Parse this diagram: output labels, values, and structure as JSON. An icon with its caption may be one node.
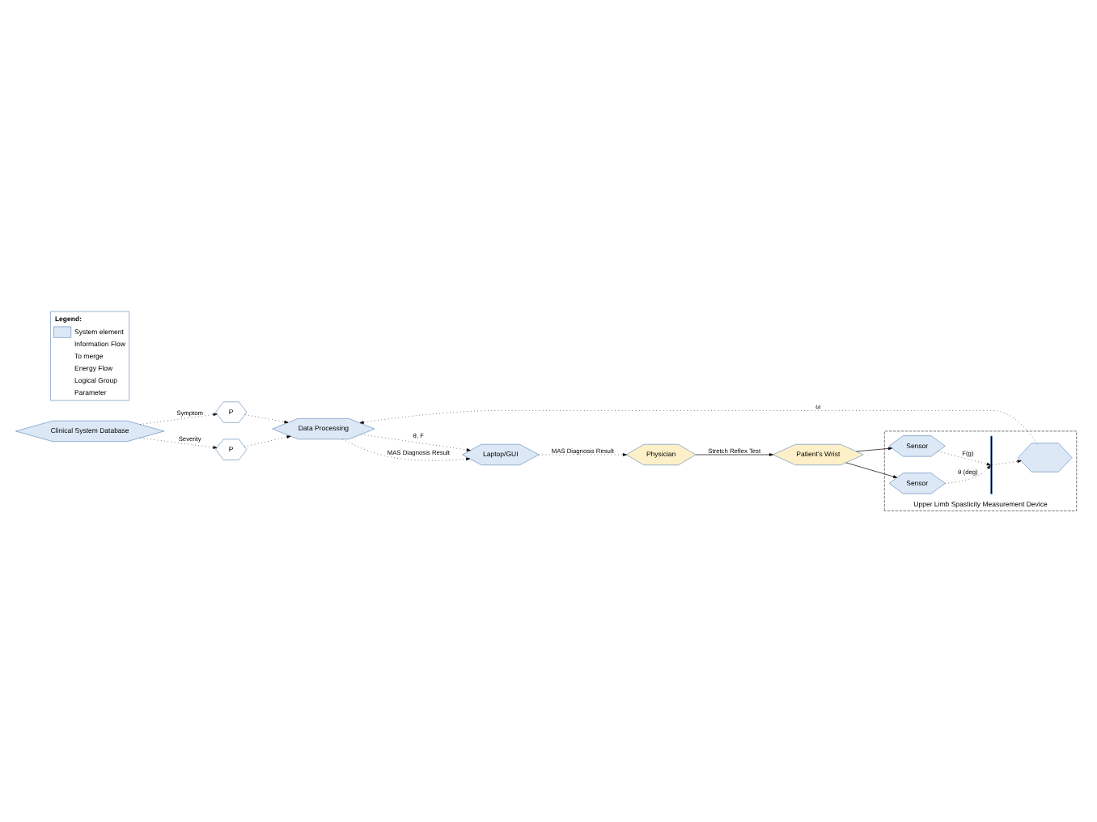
{
  "diagram": {
    "nodes": [
      {
        "text": [
          "Physician"
        ]
      },
      {
        "text": [
          "Patient’s Wrist"
        ]
      },
      {
        "text": [
          "Upper Limb Spasticity Measurement Device"
        ]
      },
      {
        "text": [
          "Sensor"
        ],
        "in": 2
      },
      {
        "text": [
          "Sensor"
        ],
        "in": 2
      },
      {
        "text": [],
        "shape": "bar",
        "in": 2
      },
      {
        "text": [],
        "shape": "hexagon",
        "in": 2
      },
      {
        "text": [
          "Data Processing"
        ]
      },
      {
        "text": [
          "Laptop/GUI"
        ]
      },
      {
        "text": [
          "P"
        ]
      },
      {
        "text": [
          "P"
        ]
      },
      {
        "text": [
          "Clinical System Database"
        ]
      }
    ],
    "edges": [
      {
        "from": 0,
        "to": 1,
        "arrow": "to",
        "label": "Stretch Reflex Test"
      },
      {
        "from": 1,
        "to": 3,
        "arrow": "to"
      },
      {
        "from": 1,
        "to": 4,
        "arrow": "to"
      },
      {
        "from": 3,
        "to": 5,
        "arrow": "to",
        "label": "θ (deg)",
        "style": "dashed"
      },
      {
        "from": 4,
        "to": 5,
        "arrow": "to",
        "label": "F(g)",
        "style": "dashed"
      },
      {
        "from": 5,
        "to": 6,
        "arrow": "to",
        "style": "dashed"
      },
      {
        "from": 6,
        "to": 7,
        "arrow": "to",
        "label": "ω",
        "style": "dashed"
      },
      {
        "from": 7,
        "to": 8,
        "arrow": "to",
        "label": "θ, F",
        "style": "dashed"
      },
      {
        "from": 7,
        "to": 8,
        "arrow": "to",
        "label": "MAS Diagnosis Result",
        "style": "dashed"
      },
      {
        "from": 8,
        "to": 0,
        "arrow": "to",
        "label": "MAS Diagnosis Result",
        "style": "dashed"
      },
      {
        "from": 11,
        "to": 9,
        "arrow": "to",
        "label": "Symptom",
        "style": "dashed"
      },
      {
        "from": 11,
        "to": 10,
        "arrow": "to",
        "label": "Severity",
        "style": "dashed"
      },
      {
        "from": 9,
        "to": 7,
        "arrow": "to",
        "style": "dashed"
      },
      {
        "from": 10,
        "to": 7,
        "arrow": "to",
        "style": "dashed"
      }
    ],
    "labels": [
      "Legend:"
    ],
    "legend": [
      {
        "text": "System element",
        "color": "#dce8f5"
      },
      {
        "text": "Information Flow"
      },
      {
        "text": "To merge"
      },
      {
        "text": "Energy Flow"
      },
      {
        "text": "Logical Group"
      },
      {
        "text": "Parameter"
      }
    ]
  }
}
